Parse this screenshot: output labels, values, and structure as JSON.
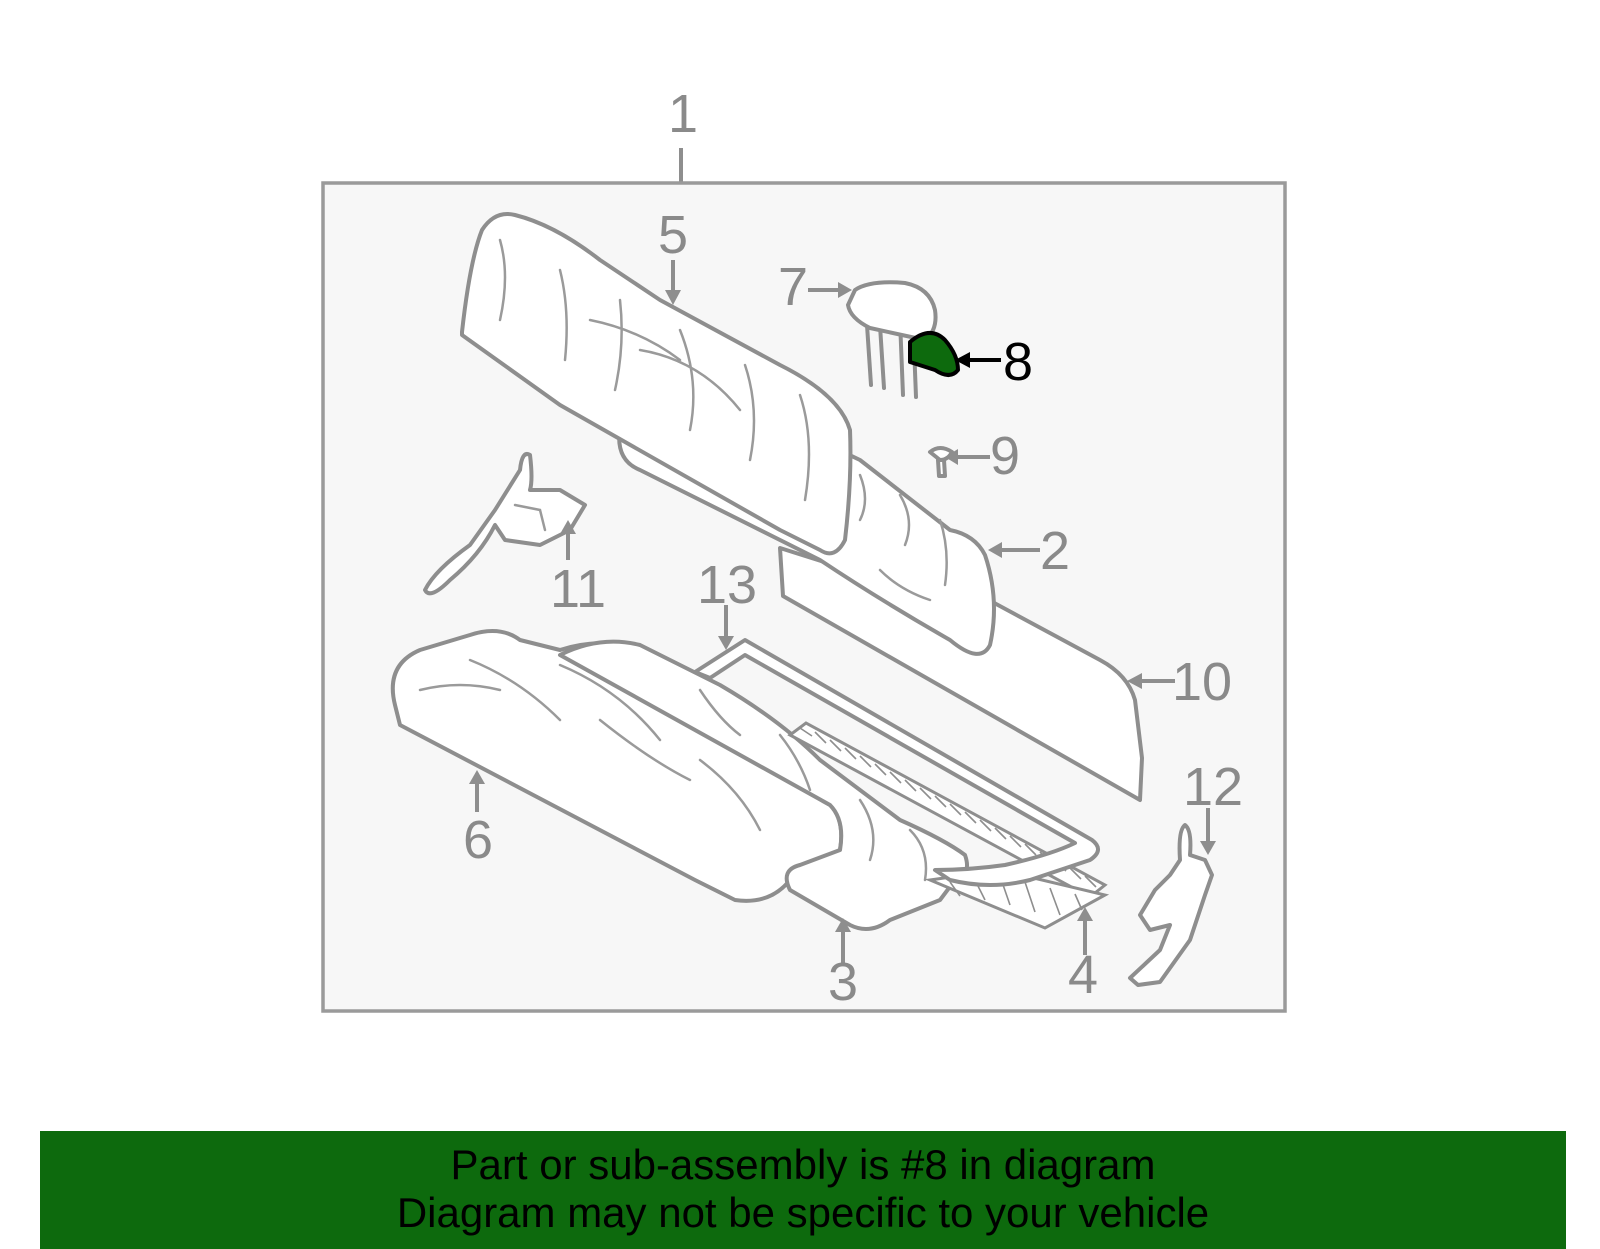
{
  "diagram": {
    "callouts": {
      "c1": "1",
      "c2": "2",
      "c3": "3",
      "c4": "4",
      "c5": "5",
      "c6": "6",
      "c7": "7",
      "c8": "8",
      "c9": "9",
      "c10": "10",
      "c11": "11",
      "c12": "12",
      "c13": "13"
    },
    "highlighted_part": "8",
    "highlight_color": "#0d6a0d",
    "line_color": "#8e8e8e",
    "frame_fill": "#f7f7f7"
  },
  "banner": {
    "line1": "Part or sub-assembly is #8 in diagram",
    "line2": "Diagram may not be specific to your vehicle",
    "background": "#0d6a0d"
  }
}
